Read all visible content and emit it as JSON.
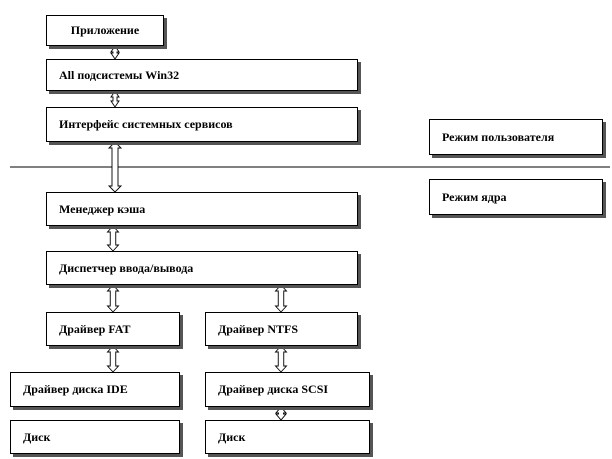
{
  "boxes": {
    "app": "Приложение",
    "win32": "All подсистемы Win32",
    "services": "Интерфейс системных сервисов",
    "cache": "Менеджер кэша",
    "io": "Диспетчер ввода/вывода",
    "fat": "Драйвер FAT",
    "ntfs": "Драйвер NTFS",
    "ide": "Драйвер диска IDE",
    "scsi": "Драйвер диска SCSI",
    "disk_left": "Диск",
    "disk_right": "Диск"
  },
  "legend": {
    "user_mode": "Режим пользователя",
    "kernel_mode": "Режим ядра"
  }
}
